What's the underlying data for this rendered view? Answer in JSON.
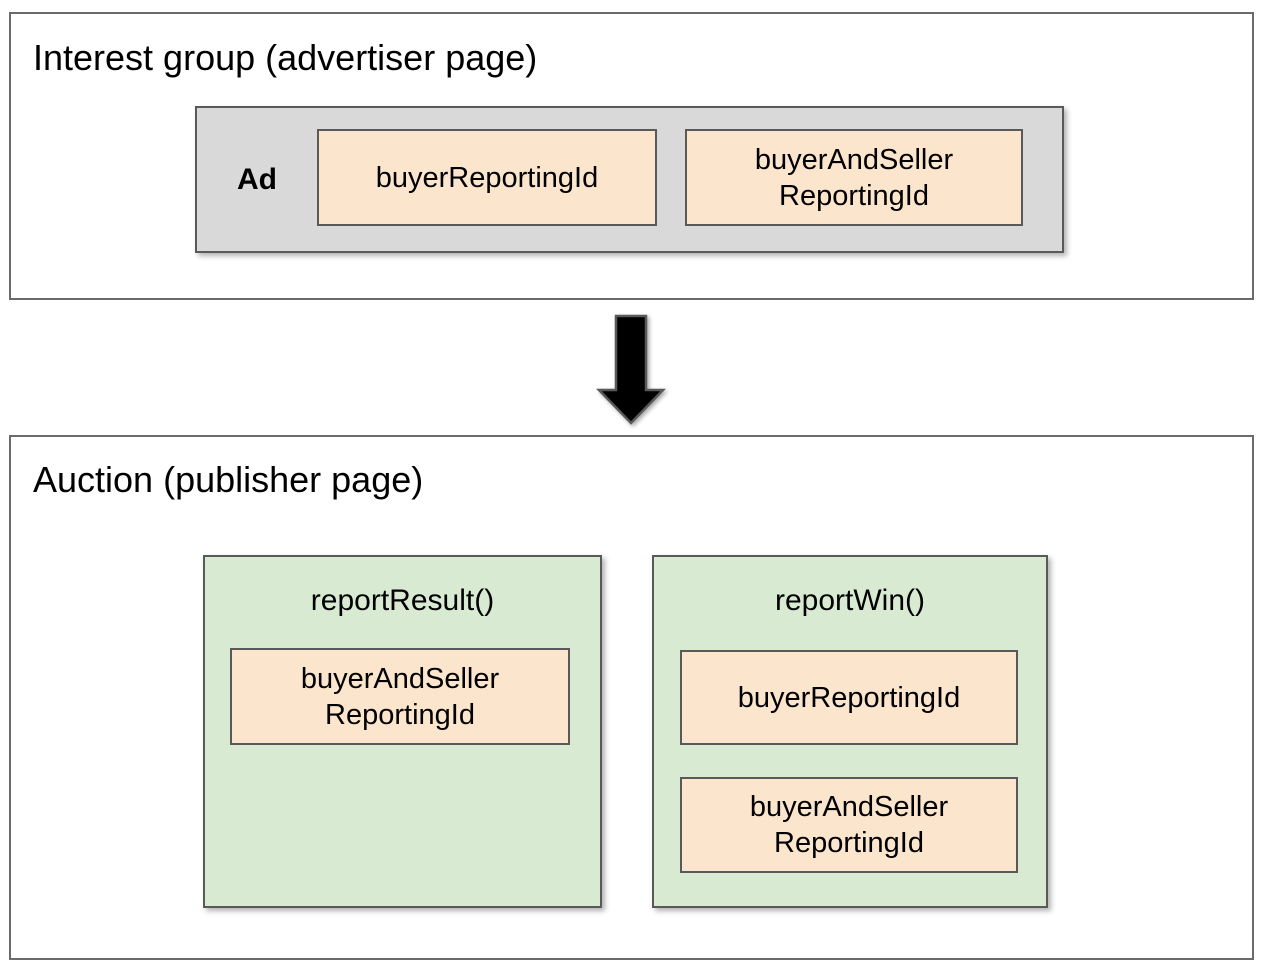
{
  "diagram": {
    "interest_group": {
      "title": "Interest group (advertiser page)",
      "ad_label": "Ad",
      "buyer_reporting_id": "buyerReportingId",
      "buyer_and_seller_reporting_id_line1": "buyerAndSeller",
      "buyer_and_seller_reporting_id_line2": "ReportingId"
    },
    "auction": {
      "title": "Auction (publisher page)",
      "report_result": {
        "label": "reportResult()",
        "field_line1": "buyerAndSeller",
        "field_line2": "ReportingId"
      },
      "report_win": {
        "label": "reportWin()",
        "field1": "buyerReportingId",
        "field2_line1": "buyerAndSeller",
        "field2_line2": "ReportingId"
      }
    },
    "colors": {
      "peach": "#fce5cd",
      "green": "#d9ead3",
      "gray": "#d9d9d9",
      "border": "#595959",
      "arrow_fill": "#000000"
    }
  }
}
